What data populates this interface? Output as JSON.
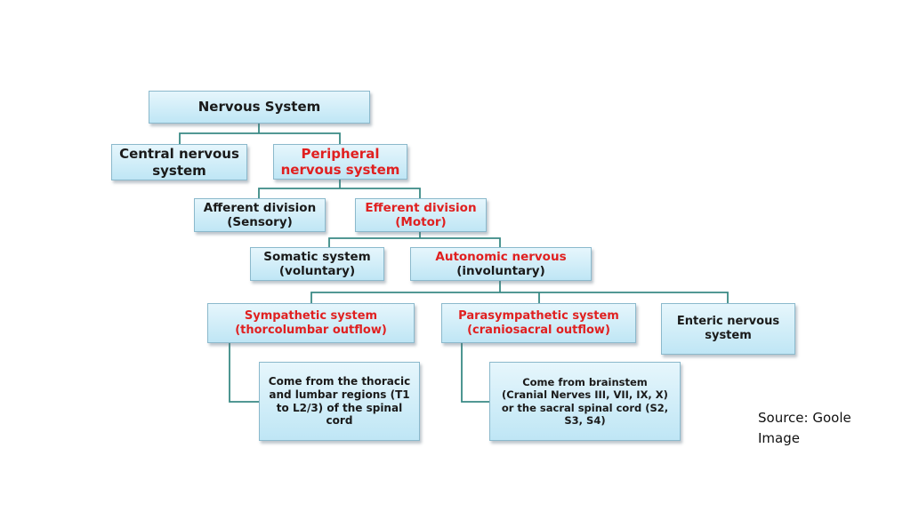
{
  "diagram": {
    "nodes": {
      "nervous_system": "Nervous System",
      "central": "Central nervous\nsystem",
      "peripheral": "Peripheral\nnervous system",
      "afferent": "Afferent division\n(Sensory)",
      "efferent": "Efferent division\n(Motor)",
      "somatic": "Somatic system\n(voluntary)",
      "autonomic": "Autonomic nervous\n(involuntary)",
      "sympathetic": "Sympathetic system\n(thorcolumbar outflow)",
      "parasympathetic": "Parasympathetic system\n(craniosacral  outflow)",
      "enteric": "Enteric nervous\nsystem",
      "sympathetic_note": "Come from the thoracic\nand lumbar regions (T1\nto L2/3) of the spinal\ncord",
      "parasympathetic_note": "Come from brainstem\n(Cranial Nerves III, VII, IX, X)\nor the sacral spinal cord (S2,\nS3, S4)"
    },
    "colors": {
      "highlight_text": "#e02020",
      "normal_text": "#1a1a1a",
      "connector": "#3a8a85",
      "box_fill": "#c9ebf7",
      "box_border": "#8bb9cc"
    }
  },
  "source_note": "Source: Goole\nImage"
}
